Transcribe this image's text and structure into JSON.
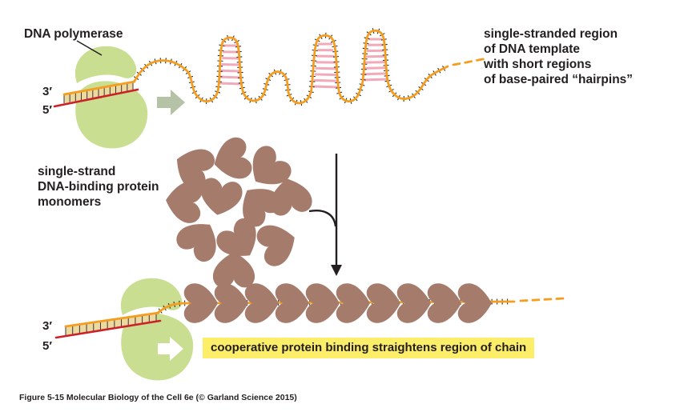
{
  "labels": {
    "dna_polymerase": "DNA polymerase",
    "three_prime": "3′",
    "five_prime": "5′",
    "ss_region_lines": [
      "single-stranded region",
      "of DNA template",
      "with short regions",
      "of base-paired “hairpins”"
    ],
    "ssb_lines": [
      "single-strand",
      "DNA-binding protein",
      "monomers"
    ],
    "cooperative_highlight": "cooperative protein binding straightens region of chain"
  },
  "caption": "Figure 5-15 Molecular Biology of the Cell 6e (© Garland Science 2015)",
  "colors": {
    "polymerase_green": "#c9de90",
    "template_orange": "#f59d1e",
    "primer_red": "#cb2127",
    "protein_brown": "#a57b6c",
    "hairpin_pink": "#f2a9b8",
    "duplex_tan": "#ecd9a0",
    "highlight_yellow": "#fcee68",
    "arrow_sage": "#b5c2a5",
    "ink": "#231f20"
  }
}
